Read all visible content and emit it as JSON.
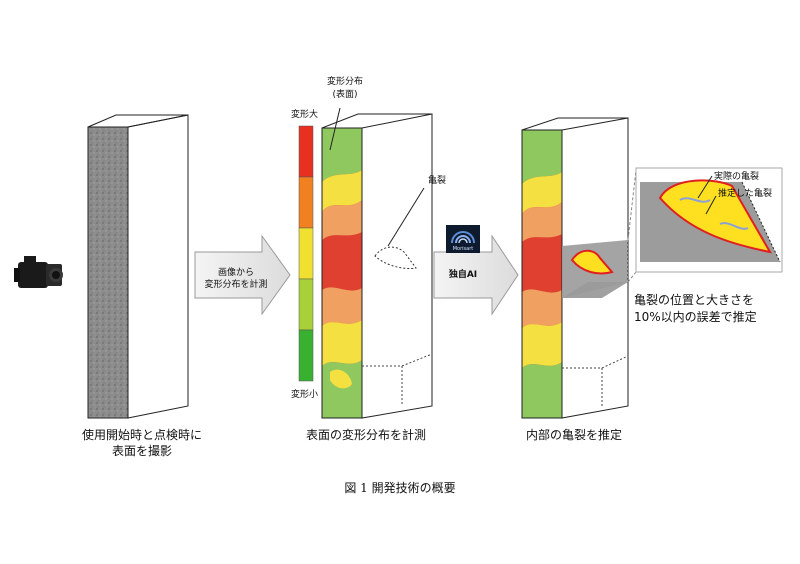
{
  "figure": {
    "caption": "図 1 開発技術の概要",
    "step1": {
      "label_line1": "使用開始時と点検時に",
      "label_line2": "表面を撮影"
    },
    "step2": {
      "label": "表面の変形分布を計測",
      "arrow_line1": "画像から",
      "arrow_line2": "変形分布を計測",
      "surface_line1": "変形分布",
      "surface_line2": "(表面)",
      "crack_label": "亀裂",
      "scale_max": "変形大",
      "scale_min": "変形小",
      "scale_colors": [
        "#e83020",
        "#f08020",
        "#f0e030",
        "#a8d038",
        "#38b030"
      ]
    },
    "step3": {
      "label": "内部の亀裂を推定",
      "ai_label": "独自AI",
      "logo_text": "Morisart",
      "legend_actual": "実際の亀裂",
      "legend_estimated": "推定した亀裂",
      "result_line1": "亀裂の位置と大きさを",
      "result_line2": "10%以内の誤差で推定"
    },
    "colors": {
      "concrete": "#8a8a8a",
      "red": "#e04030",
      "orange": "#f0a060",
      "yellow": "#f4e040",
      "green": "#90c860",
      "crack_fill": "#ffe020",
      "crack_outline": "#e02020"
    }
  }
}
